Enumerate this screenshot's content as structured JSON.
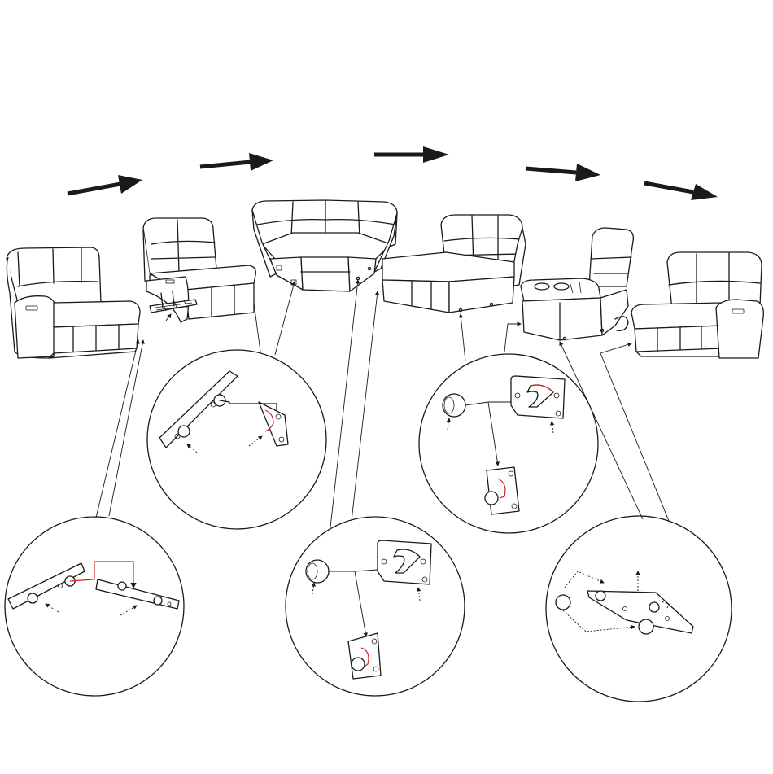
{
  "diagram": {
    "type": "assembly-instruction",
    "direction_arrows": 5,
    "modules": [
      {
        "id": "left-arm-recliner"
      },
      {
        "id": "armless-recliner"
      },
      {
        "id": "wedge-corner"
      },
      {
        "id": "armless-chair"
      },
      {
        "id": "console-with-cupholders"
      },
      {
        "id": "right-arm-recliner"
      }
    ],
    "detail_callouts": [
      {
        "id": "bracket-detail-1"
      },
      {
        "id": "bracket-detail-2"
      },
      {
        "id": "bracket-detail-3"
      },
      {
        "id": "bracket-detail-4"
      },
      {
        "id": "bracket-detail-5"
      }
    ],
    "colors": {
      "line": "#1a1a1a",
      "highlight": "#d42020",
      "background": "#ffffff"
    }
  }
}
